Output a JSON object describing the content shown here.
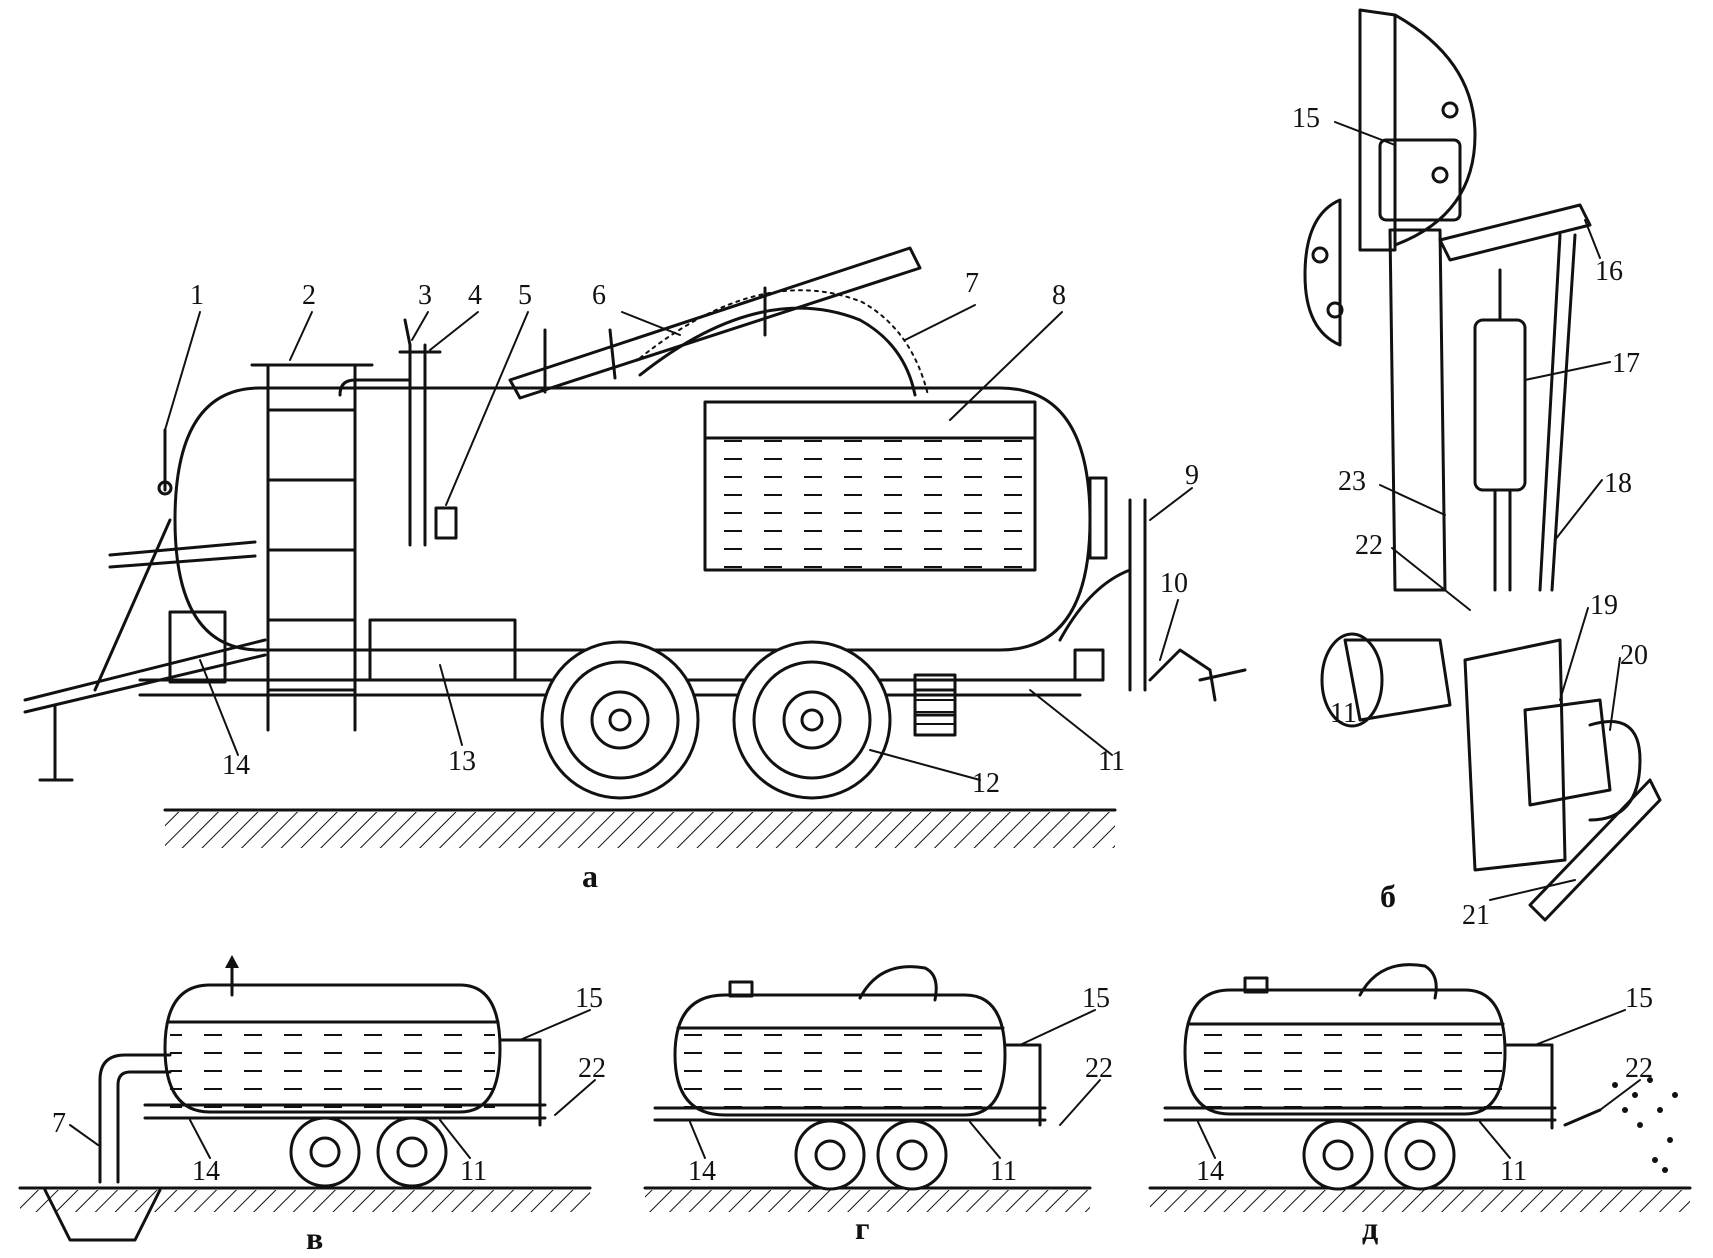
{
  "figure": {
    "main": {
      "caption": "а",
      "callouts": [
        "1",
        "2",
        "3",
        "4",
        "5",
        "6",
        "7",
        "8",
        "9",
        "10",
        "11",
        "12",
        "13",
        "14"
      ]
    },
    "detail": {
      "caption": "б",
      "callouts": [
        "15",
        "16",
        "17",
        "18",
        "23",
        "22",
        "19",
        "20",
        "11",
        "21"
      ]
    },
    "mode_v": {
      "caption": "в",
      "callouts": [
        "15",
        "22",
        "7",
        "14",
        "11"
      ]
    },
    "mode_g": {
      "caption": "г",
      "callouts": [
        "15",
        "22",
        "14",
        "11"
      ]
    },
    "mode_d": {
      "caption": "д",
      "callouts": [
        "15",
        "22",
        "14",
        "11"
      ]
    }
  }
}
